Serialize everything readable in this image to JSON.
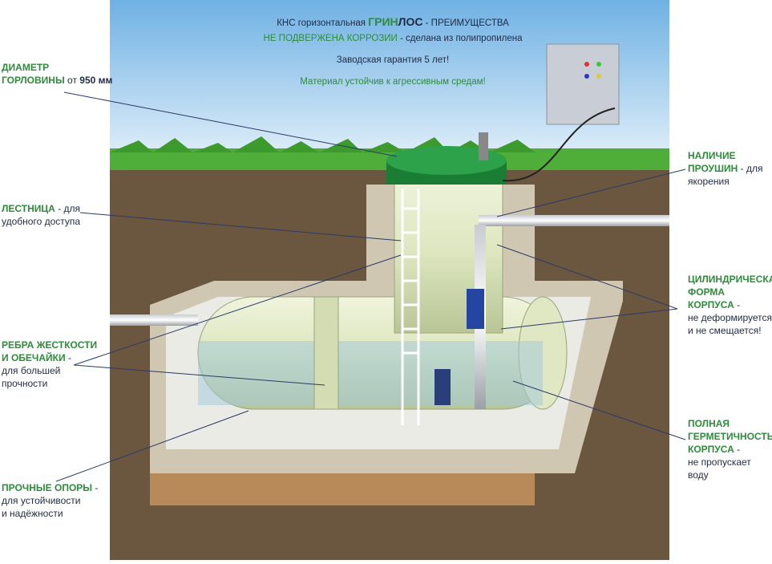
{
  "header": {
    "line1_prefix": "КНС горизонтальная",
    "brand_green": "ГРИН",
    "brand_dark": "ЛОС",
    "line1_suffix": "- ПРЕИМУЩЕСТВА",
    "line2_green": "НЕ ПОДВЕРЖЕНА КОРРОЗИИ",
    "line2_rest": "- сделана из полипропилена",
    "line3": "Заводская гарантия 5 лет!",
    "line4": "Материал устойчив к агрессивным средам!"
  },
  "labels": {
    "diameter": {
      "title1": "ДИАМЕТР",
      "title2": "ГОРЛОВИНЫ",
      "desc": "от",
      "value": "950 мм"
    },
    "ladder": {
      "title": "ЛЕСТНИЦА",
      "desc1": "- для",
      "desc2": "удобного доступа"
    },
    "ribs": {
      "title1": "РЕБРА ЖЕСТКОСТИ",
      "title2": "И ОБЕЧАЙКИ",
      "desc1": "-",
      "desc2": "для большей",
      "desc3": "прочности"
    },
    "supports": {
      "title": "ПРОЧНЫЕ ОПОРЫ",
      "desc1": "-",
      "desc2": "для устойчивости",
      "desc3": "и надёжности"
    },
    "lugs": {
      "title1": "НАЛИЧИЕ",
      "title2": "ПРОУШИН",
      "desc1": "- для",
      "desc2": "якорения"
    },
    "cylindrical": {
      "title1": "ЦИЛИНДРИЧЕСКАЯ",
      "title2": "ФОРМА",
      "title3": "КОРПУСА",
      "desc1": "-",
      "desc2": "не деформируется",
      "desc3": "и не смещается!"
    },
    "sealed": {
      "title1": "ПОЛНАЯ",
      "title2": "ГЕРМЕТИЧНОСТЬ",
      "title3": "КОРПУСА",
      "desc1": "-",
      "desc2": "не пропускает воду"
    }
  },
  "colors": {
    "green": "#2e8b3a",
    "dark": "#1f2a44",
    "soil": "#6b5640",
    "sky": "#8fc3ea",
    "tank": "#dfe8c4"
  }
}
